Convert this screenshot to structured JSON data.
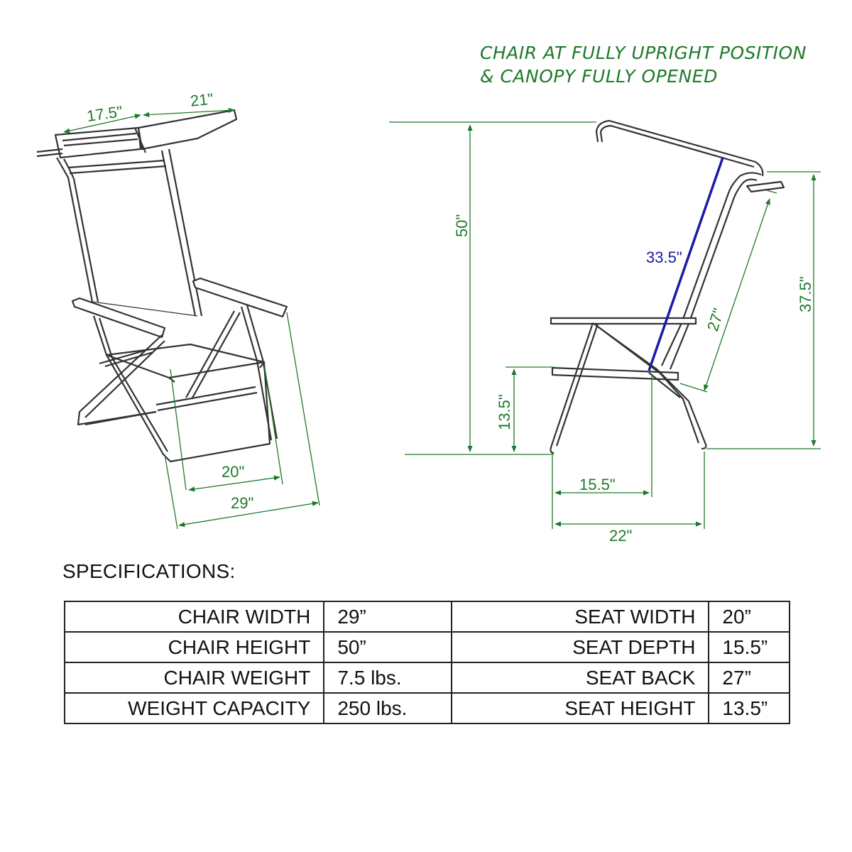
{
  "note": {
    "line1": "CHAIR AT FULLY UPRIGHT POSITION",
    "line2": "& CANOPY FULLY OPENED"
  },
  "front_view": {
    "dims": {
      "canopy_left": "17.5\"",
      "canopy_right": "21\"",
      "seat_width": "20\"",
      "chair_width": "29\""
    }
  },
  "side_view": {
    "dims": {
      "total_height": "50\"",
      "back_height": "37.5\"",
      "canopy_arm": "33.5\"",
      "seat_back": "27\"",
      "seat_height": "13.5\"",
      "seat_depth": "15.5\"",
      "depth": "22\""
    }
  },
  "colors": {
    "dimension": "#1f7a2b",
    "highlight": "#1a1aa8",
    "frame": "#333333"
  },
  "specs": {
    "title": "SPECIFICATIONS:",
    "rows": [
      {
        "label_a": "CHAIR WIDTH",
        "value_a": "29”",
        "label_b": "SEAT WIDTH",
        "value_b": "20”"
      },
      {
        "label_a": "CHAIR HEIGHT",
        "value_a": "50”",
        "label_b": "SEAT DEPTH",
        "value_b": "15.5”"
      },
      {
        "label_a": "CHAIR WEIGHT",
        "value_a": "7.5 lbs.",
        "label_b": "SEAT BACK",
        "value_b": "27”"
      },
      {
        "label_a": "WEIGHT CAPACITY",
        "value_a": "250 lbs.",
        "label_b": "SEAT HEIGHT",
        "value_b": "13.5”"
      }
    ]
  }
}
